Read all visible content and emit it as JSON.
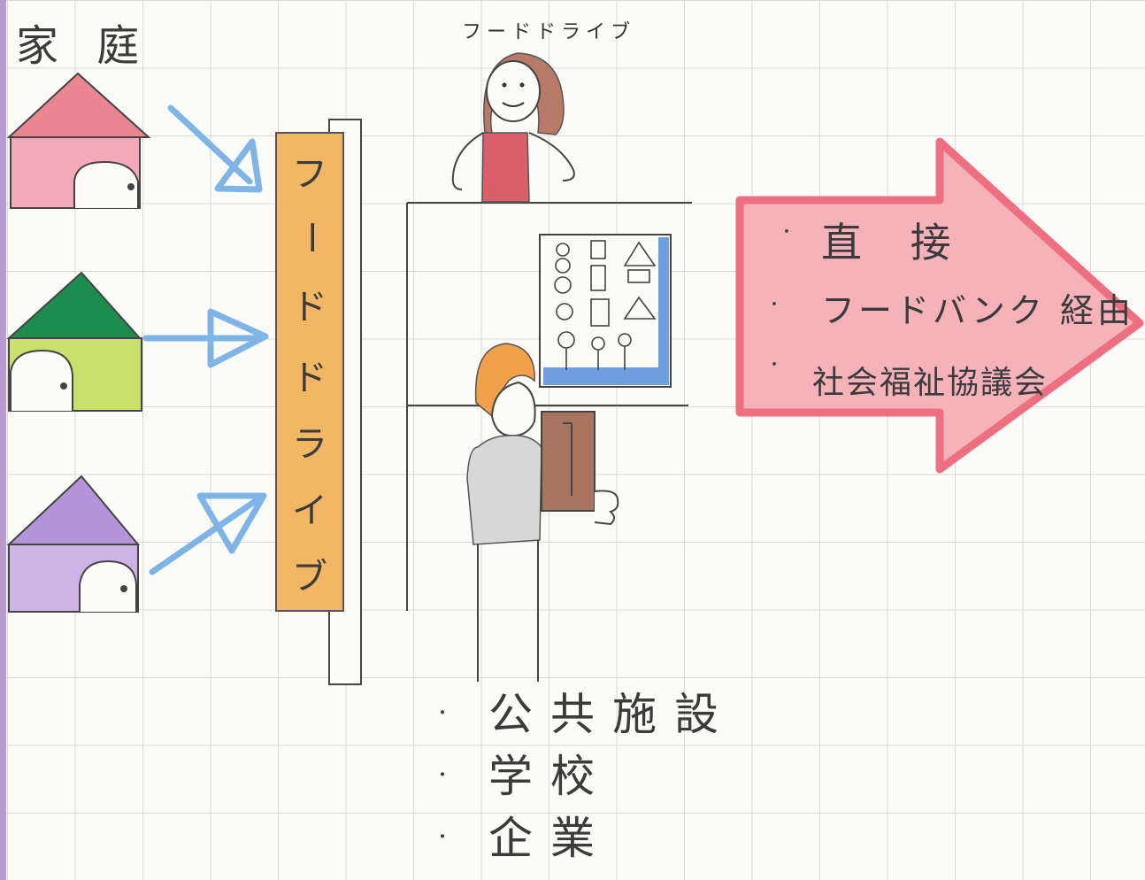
{
  "households": {
    "label": "家 庭",
    "houses": [
      {
        "name": "pink",
        "roof": "#ea8592",
        "wall": "#f4a9b8"
      },
      {
        "name": "green",
        "roof": "#1f8c4f",
        "wall": "#c9e06b"
      },
      {
        "name": "purple",
        "roof": "#b495d9",
        "wall": "#cdb4e6"
      }
    ]
  },
  "colors": {
    "arrow_blue": "#7fb5e6",
    "banner_orange": "#f2b765",
    "big_arrow_fill": "#f5b3b9",
    "big_arrow_stroke": "#ee6e82",
    "board_blue": "#6f9fe0",
    "hair_orange": "#f2a14a",
    "hair_brown": "#b77a66",
    "dress_red": "#d9606a",
    "box_brown": "#a8745f"
  },
  "collection": {
    "banner_text": [
      "フ",
      "ー",
      "ド",
      "ド",
      "ラ",
      "イ",
      "ブ"
    ]
  },
  "booth": {
    "title": "フードドライブ"
  },
  "destinations": {
    "items": [
      "直 接",
      "フードバンク 経由",
      "社会福祉協議会"
    ]
  },
  "places": {
    "items": [
      "公共施設",
      "学校",
      "企業"
    ]
  }
}
